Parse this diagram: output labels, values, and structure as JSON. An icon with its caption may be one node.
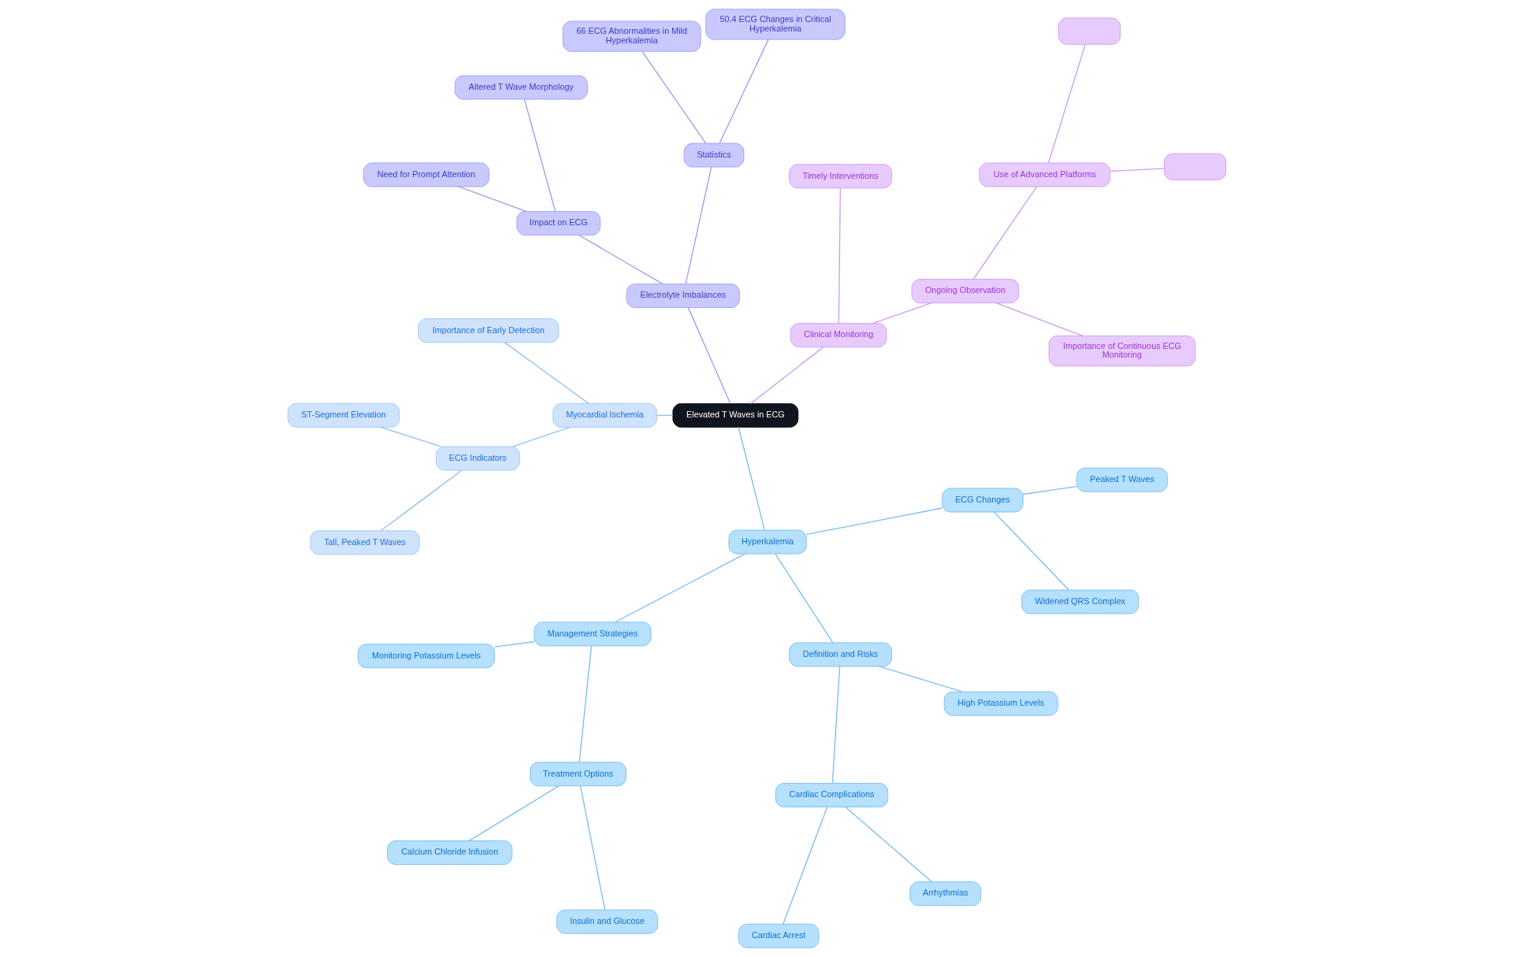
{
  "diagram": {
    "nodes": [
      {
        "text": [
          "Elevated T Waves in ECG"
        ]
      },
      {
        "text": [
          "Myocardial Ischemia"
        ]
      },
      {
        "text": [
          "Importance of Early Detection"
        ]
      },
      {
        "text": [
          "ECG Indicators"
        ]
      },
      {
        "text": [
          "ST-Segment Elevation"
        ]
      },
      {
        "text": [
          "Tall, Peaked T Waves"
        ]
      },
      {
        "text": [
          "Electrolyte Imbalances"
        ]
      },
      {
        "text": [
          "Impact on ECG"
        ]
      },
      {
        "text": [
          "Need for Prompt Attention"
        ]
      },
      {
        "text": [
          "Altered T Wave Morphology"
        ]
      },
      {
        "text": [
          "Statistics"
        ]
      },
      {
        "text": [
          "66 ECG Abnormalities in Mild Hyperkalemia"
        ]
      },
      {
        "text": [
          "50.4 ECG Changes in Critical Hyperkalemia"
        ]
      },
      {
        "text": [
          "Clinical Monitoring"
        ]
      },
      {
        "text": [
          "Timely Interventions"
        ]
      },
      {
        "text": [
          "Ongoing Observation"
        ]
      },
      {
        "text": [
          "Use of Advanced Platforms"
        ]
      },
      {
        "text": [],
        "shape": "box"
      },
      {
        "text": [],
        "shape": "box"
      },
      {
        "text": [
          "Importance of Continuous ECG Monitoring"
        ]
      },
      {
        "text": [
          "Hyperkalemia"
        ]
      },
      {
        "text": [
          "Management Strategies"
        ]
      },
      {
        "text": [
          "Monitoring Potassium Levels"
        ]
      },
      {
        "text": [
          "Treatment Options"
        ]
      },
      {
        "text": [
          "Calcium Chloride Infusion"
        ]
      },
      {
        "text": [
          "Insulin and Glucose"
        ]
      },
      {
        "text": [
          "Definition and Risks"
        ]
      },
      {
        "text": [
          "Cardiac Complications"
        ]
      },
      {
        "text": [
          "Cardiac Arrest"
        ]
      },
      {
        "text": [
          "Arrhythmias"
        ]
      },
      {
        "text": [
          "High Potassium Levels"
        ]
      },
      {
        "text": [
          "ECG Changes"
        ]
      },
      {
        "text": [
          "Peaked T Waves"
        ]
      },
      {
        "text": [
          "Widened QRS Complex"
        ]
      }
    ],
    "edges": [
      {
        "from": 0,
        "to": 1,
        "arrow": "none",
        "color": "#90c0f2"
      },
      {
        "from": 1,
        "to": 2,
        "arrow": "none",
        "color": "#90c0f2"
      },
      {
        "from": 1,
        "to": 3,
        "arrow": "none",
        "color": "#90c0f2"
      },
      {
        "from": 3,
        "to": 4,
        "arrow": "none",
        "color": "#90c0f2"
      },
      {
        "from": 3,
        "to": 5,
        "arrow": "none",
        "color": "#90c0f2"
      },
      {
        "from": 0,
        "to": 6,
        "arrow": "none",
        "color": "#9b9df2"
      },
      {
        "from": 6,
        "to": 7,
        "arrow": "none",
        "color": "#9b9df2"
      },
      {
        "from": 7,
        "to": 8,
        "arrow": "none",
        "color": "#9b9df2"
      },
      {
        "from": 7,
        "to": 9,
        "arrow": "none",
        "color": "#9b9df2"
      },
      {
        "from": 6,
        "to": 10,
        "arrow": "none",
        "color": "#9b9df2"
      },
      {
        "from": 10,
        "to": 11,
        "arrow": "none",
        "color": "#9b9df2"
      },
      {
        "from": 10,
        "to": 12,
        "arrow": "none",
        "color": "#9b9df2"
      },
      {
        "from": 0,
        "to": 13,
        "arrow": "none",
        "color": "#cf9cf0"
      },
      {
        "from": 13,
        "to": 14,
        "arrow": "none",
        "color": "#cf9cf0"
      },
      {
        "from": 13,
        "to": 15,
        "arrow": "none",
        "color": "#cf9cf0"
      },
      {
        "from": 15,
        "to": 16,
        "arrow": "none",
        "color": "#cf9cf0"
      },
      {
        "from": 16,
        "to": 17,
        "arrow": "none",
        "color": "#cf9cf0"
      },
      {
        "from": 16,
        "to": 18,
        "arrow": "none",
        "color": "#cf9cf0"
      },
      {
        "from": 15,
        "to": 19,
        "arrow": "none",
        "color": "#cf9cf0"
      },
      {
        "from": 0,
        "to": 20,
        "arrow": "none"
      },
      {
        "from": 20,
        "to": 21,
        "arrow": "none"
      },
      {
        "from": 21,
        "to": 22,
        "arrow": "none"
      },
      {
        "from": 21,
        "to": 23,
        "arrow": "none"
      },
      {
        "from": 23,
        "to": 24,
        "arrow": "none"
      },
      {
        "from": 23,
        "to": 25,
        "arrow": "none"
      },
      {
        "from": 20,
        "to": 26,
        "arrow": "none"
      },
      {
        "from": 26,
        "to": 27,
        "arrow": "none"
      },
      {
        "from": 27,
        "to": 28,
        "arrow": "none"
      },
      {
        "from": 27,
        "to": 29,
        "arrow": "none"
      },
      {
        "from": 26,
        "to": 30,
        "arrow": "none"
      },
      {
        "from": 20,
        "to": 31,
        "arrow": "none"
      },
      {
        "from": 31,
        "to": 32,
        "arrow": "none"
      },
      {
        "from": 31,
        "to": 33,
        "arrow": "none"
      }
    ]
  }
}
